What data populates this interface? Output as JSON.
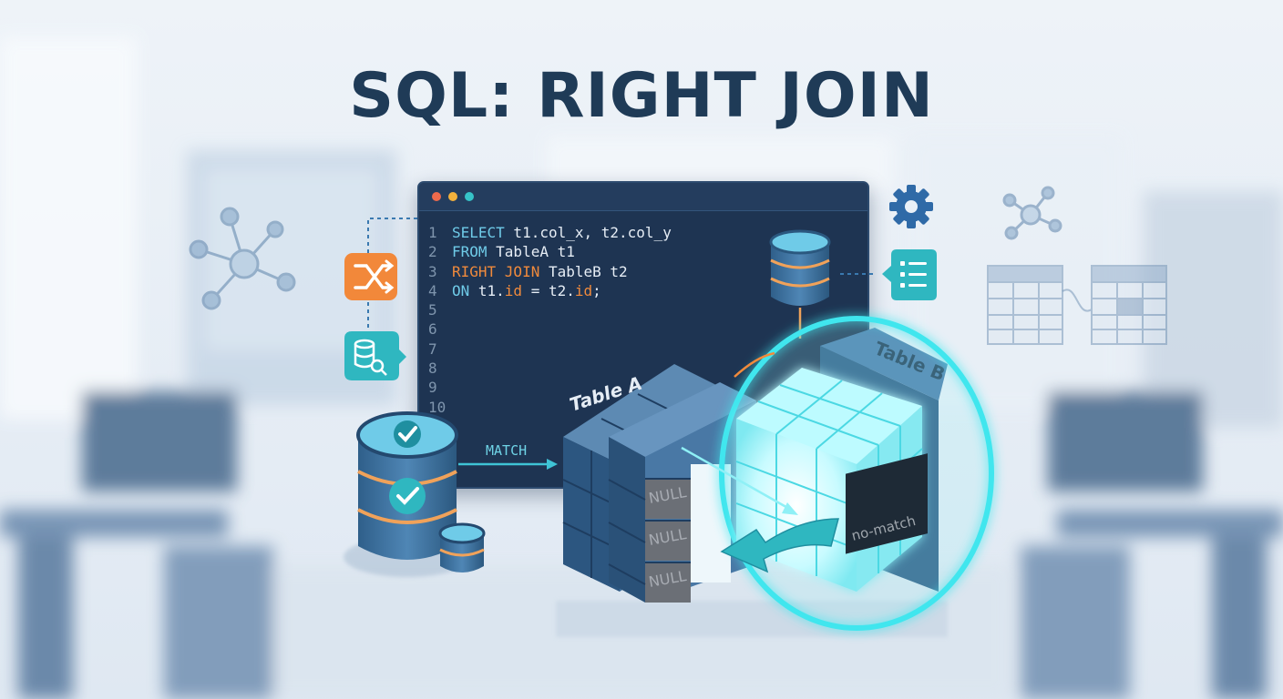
{
  "title": "SQL: RIGHT JOIN",
  "editor": {
    "window_dots": [
      "#ee6a4c",
      "#f3b13c",
      "#36c3c8"
    ],
    "lines": [
      {
        "num": "1",
        "kw": "SELECT",
        "rest": " t1.col_x, t2.col_y"
      },
      {
        "num": "2",
        "kw": "FROM",
        "rest": " TableA t1"
      },
      {
        "num": "3",
        "kw": "RIGHT JOIN",
        "rest": " TableB t2"
      },
      {
        "num": "4",
        "kw": "ON",
        "rest": " t1.",
        "kw_b": "id",
        "rest_b": " = t2.",
        "kw_c": "id",
        "rest_c": ";"
      },
      {
        "num": "5"
      },
      {
        "num": "6"
      },
      {
        "num": "7"
      },
      {
        "num": "8"
      },
      {
        "num": "9"
      },
      {
        "num": "10"
      }
    ]
  },
  "labels": {
    "table_a": "Table A",
    "table_b": "Table B",
    "match": "MATCH",
    "null_cells": [
      "NULL",
      "NULL",
      "NULL"
    ],
    "no_match": "no-match"
  },
  "icons": [
    "shuffle-icon",
    "database-search-icon",
    "gear-icon",
    "list-icon",
    "network-node-icon",
    "database-check-icon",
    "cylinder-database-icon",
    "table-grid-icon"
  ],
  "colors": {
    "title": "#1f3b57",
    "editor_bg": "#1e3452",
    "keyword": "#6fcbe8",
    "right_join_keyword": "#f08a3c",
    "glow": "#3fe6ee",
    "orange_icon": "#f2883a",
    "teal_icon": "#2fb7c0"
  }
}
